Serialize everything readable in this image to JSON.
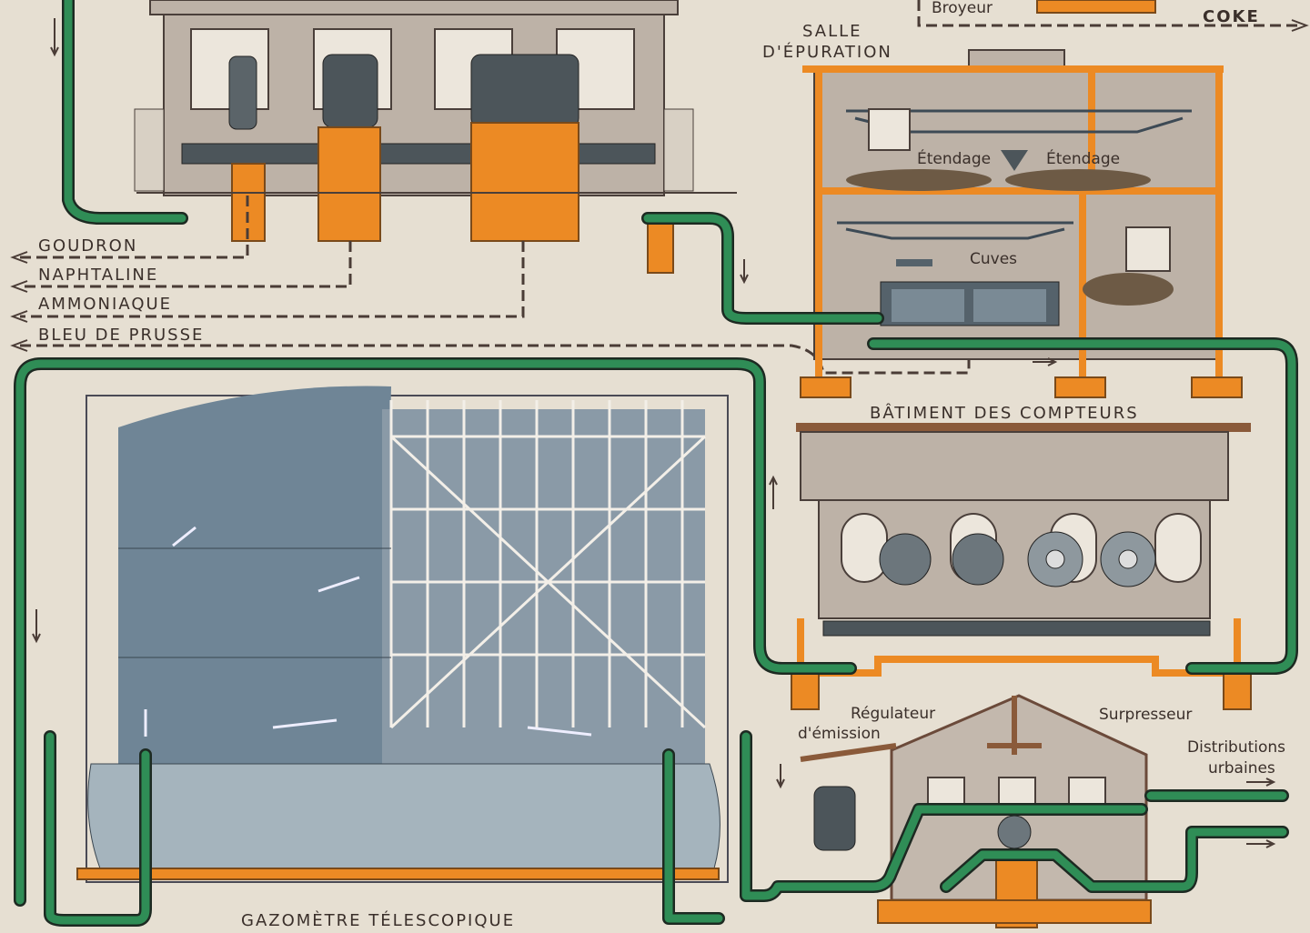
{
  "labels": {
    "broyeur": "Broyeur",
    "coke": "COKE",
    "salle_epuration_line1": "SALLE",
    "salle_epuration_line2": "D'ÉPURATION",
    "etendage_left": "Étendage",
    "etendage_right": "Étendage",
    "cuves": "Cuves",
    "goudron": "GOUDRON",
    "naphtaline": "NAPHTALINE",
    "ammoniaque": "AMMONIAQUE",
    "bleu_de_prusse": "BLEU DE PRUSSE",
    "batiment_compteurs": "BÂTIMENT DES COMPTEURS",
    "regulateur_line1": "Régulateur",
    "regulateur_line2": "d'émission",
    "surpresseur": "Surpresseur",
    "distributions_line1": "Distributions",
    "distributions_line2": "urbaines",
    "gazometre": "GAZOMÈTRE TÉLESCOPIQUE"
  },
  "colors": {
    "background": "#e6dfd2",
    "gas_pipe": "#2f8d56",
    "masonry": "#ec8a24",
    "tank": "#6f8596",
    "water": "#9fb0bb"
  }
}
